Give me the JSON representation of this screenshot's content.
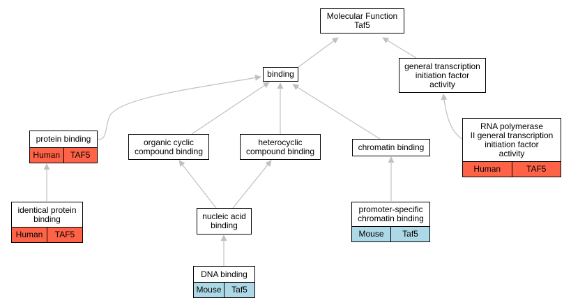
{
  "nodes": {
    "molecular_function": {
      "label": "Molecular Function\nTaf5"
    },
    "binding": {
      "label": "binding"
    },
    "gtif_activity": {
      "label": "general transcription\ninitiation factor\nactivity"
    },
    "rna_pol2_gtif": {
      "label": "RNA polymerase\nII general transcription\ninitiation factor\nactivity",
      "species": "Human",
      "gene": "TAF5"
    },
    "protein_binding": {
      "label": "protein binding",
      "species": "Human",
      "gene": "TAF5"
    },
    "organic_cyclic": {
      "label": "organic cyclic\ncompound binding"
    },
    "heterocyclic": {
      "label": "heterocyclic\ncompound binding"
    },
    "chromatin_binding": {
      "label": "chromatin binding"
    },
    "identical_protein": {
      "label": "identical protein\nbinding",
      "species": "Human",
      "gene": "TAF5"
    },
    "nucleic_acid": {
      "label": "nucleic acid\nbinding"
    },
    "promoter_chromatin": {
      "label": "promoter-specific\nchromatin binding",
      "species": "Mouse",
      "gene": "Taf5"
    },
    "dna_binding": {
      "label": "DNA binding",
      "species": "Mouse",
      "gene": "Taf5"
    }
  },
  "colors": {
    "human": "#ff6347",
    "mouse": "#add8e6",
    "edge": "#c0c0c0"
  }
}
